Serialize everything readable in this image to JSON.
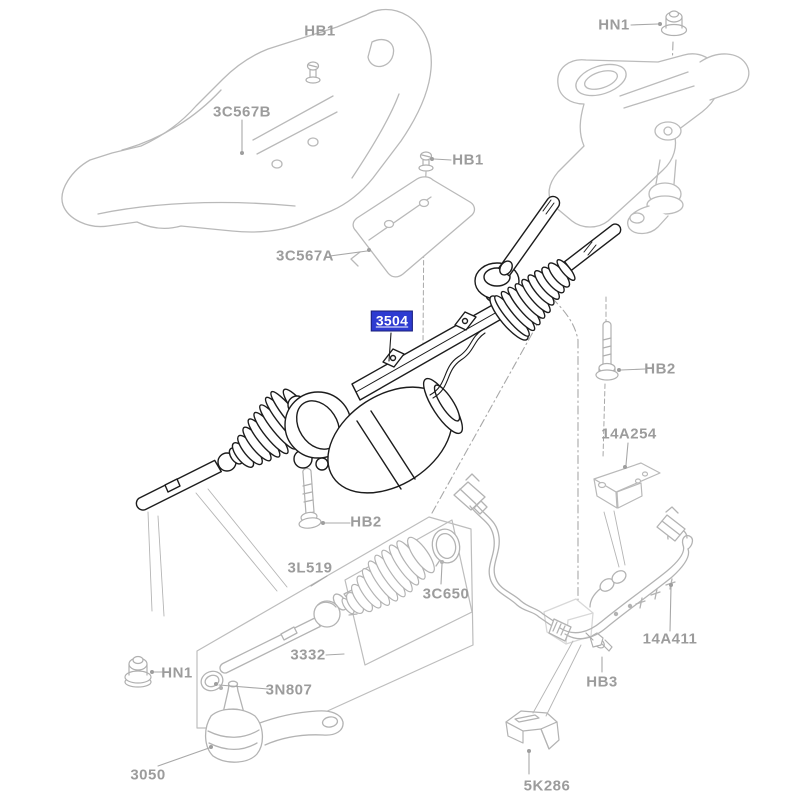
{
  "diagram": {
    "type": "exploded-parts-diagram",
    "subject": "Power steering gear and linkage",
    "selected_part": "3504",
    "colors": {
      "highlight_bg": "#2d3bd1",
      "highlight_text": "#ffffff",
      "label_text": "#9c9c9c",
      "main_line": "#1c1c1c",
      "secondary_line": "#b9b9b9"
    },
    "labels": {
      "hb1_top": {
        "text": "HB1"
      },
      "c567b": {
        "text": "3C567B"
      },
      "hb1_mid": {
        "text": "HB1"
      },
      "c567a": {
        "text": "3C567A"
      },
      "hn1_top": {
        "text": "HN1"
      },
      "p3504": {
        "text": "3504"
      },
      "hb2_right": {
        "text": "HB2"
      },
      "p14a254": {
        "text": "14A254"
      },
      "hb2_left": {
        "text": "HB2"
      },
      "p3l519": {
        "text": "3L519"
      },
      "p3c650": {
        "text": "3C650"
      },
      "p3332": {
        "text": "3332"
      },
      "p14a411": {
        "text": "14A411"
      },
      "hn1_bottom": {
        "text": "HN1"
      },
      "p3n807": {
        "text": "3N807"
      },
      "hb3": {
        "text": "HB3"
      },
      "p3050": {
        "text": "3050"
      },
      "p5k286": {
        "text": "5K286"
      }
    }
  }
}
